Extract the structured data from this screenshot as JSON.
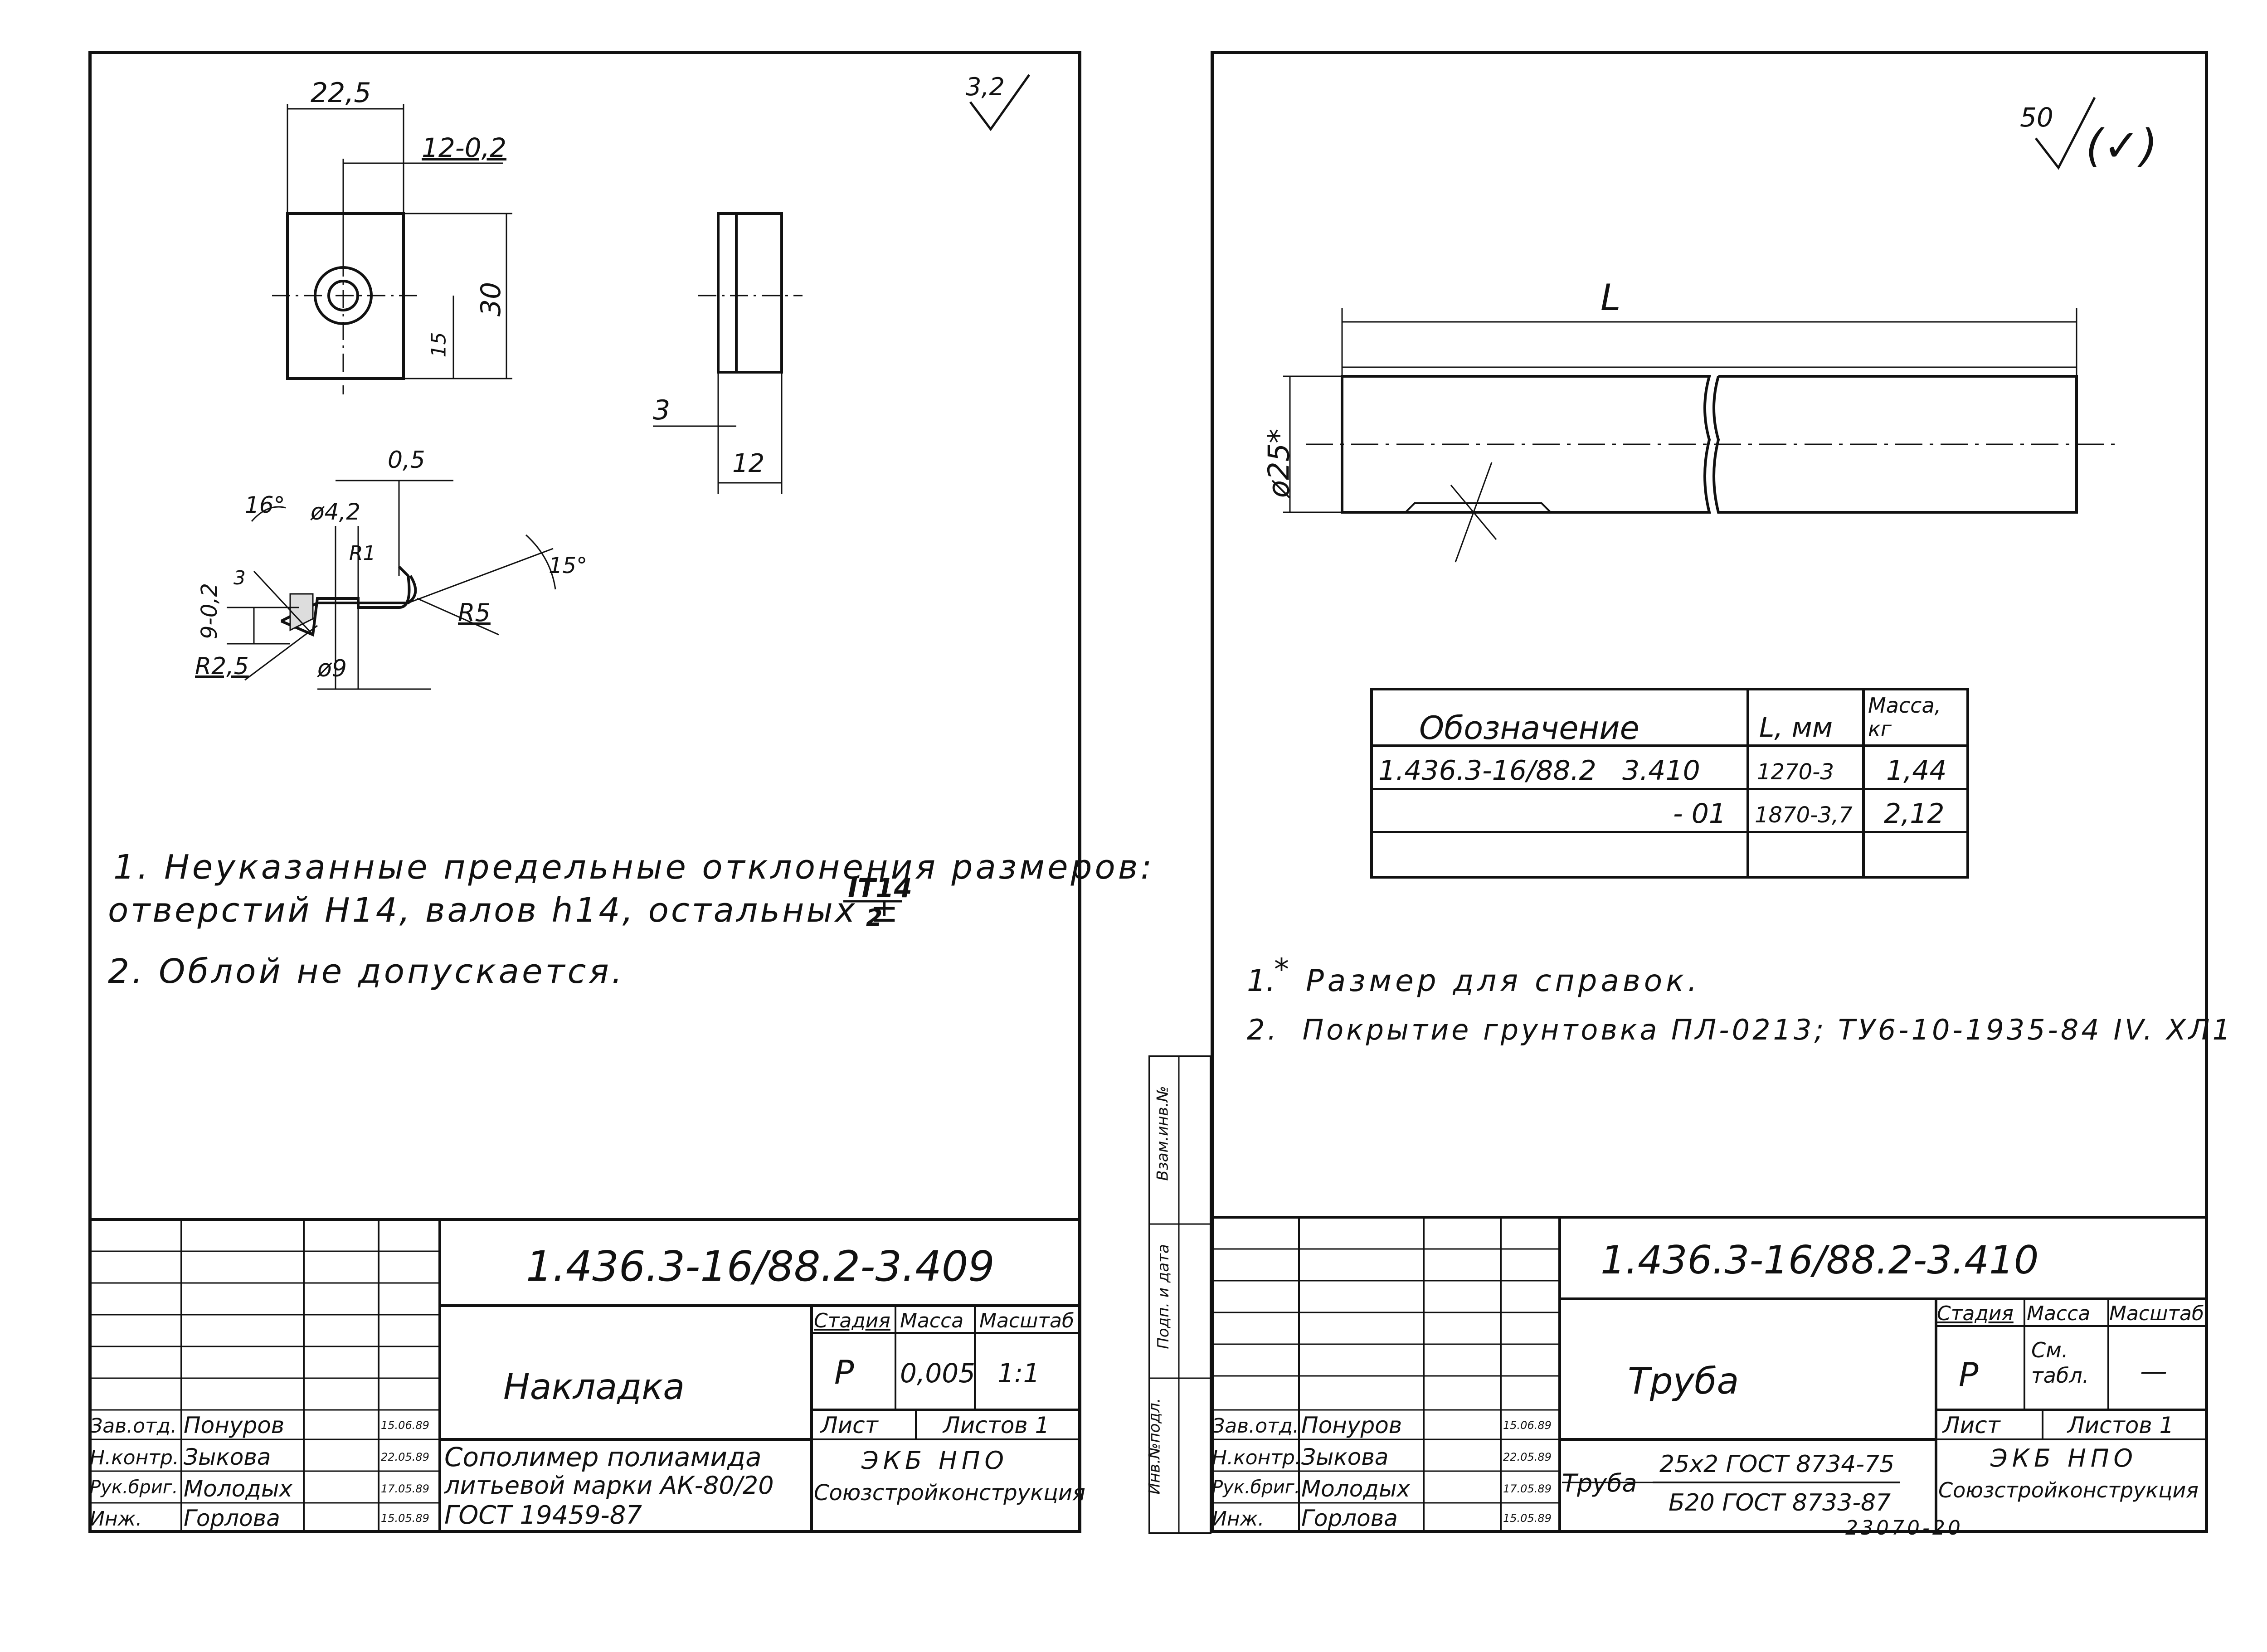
{
  "left": {
    "roughness": "3,2",
    "dims": {
      "width_top": "22,5",
      "hole_offset": "12-0,2",
      "height": "30",
      "half_height": "15",
      "thickness": "3",
      "side_width": "12",
      "detail_05": "0,5",
      "angle_16": "16°",
      "diam_42": "ø4,2",
      "r1": "R1",
      "dim_3": "3",
      "dim_9": "9-0,2",
      "angle_15": "15°",
      "r5": "R5",
      "r25": "R2,5",
      "diam_9": "ø9"
    },
    "notes": {
      "n1_line1": "1. Неуказанные предельные отклонения размеров:",
      "n1_line2": "отверстий H14, валов h14, остальных ±",
      "n1_frac_top": "IT14",
      "n1_frac_bottom": "2",
      "n2": "2. Облой не допускается."
    },
    "title_block": {
      "doc_number": "1.436.3-16/88.2-3.409",
      "name": "Накладка",
      "col_stage": "Стадия",
      "col_mass": "Масса",
      "col_scale": "Масштаб",
      "stage": "Р",
      "mass": "0,005",
      "scale": "1:1",
      "sheet": "Лист",
      "sheets": "Листов 1",
      "org1": "ЭКБ НПО",
      "org2": "Союзстройконструкция",
      "material1": "Сополимер полиамида",
      "material2": "литьевой марки АК-80/20",
      "material3": "ГОСТ 19459-87",
      "staff": [
        {
          "role": "Зав.отд.",
          "name": "Понуров",
          "date": "15.06.89"
        },
        {
          "role": "Н.контр.",
          "name": "Зыкова",
          "date": "22.05.89"
        },
        {
          "role": "Рук.бриг.",
          "name": "Молодых",
          "date": "17.05.89"
        },
        {
          "role": "Инж.",
          "name": "Горлова",
          "date": "15.05.89"
        }
      ]
    }
  },
  "right": {
    "roughness_value": "50",
    "roughness_rest": "(✓)",
    "dims": {
      "length": "L",
      "diameter": "ø25*"
    },
    "spec_table": {
      "headers": [
        "Обозначение",
        "L, мм",
        "Масса, кг"
      ],
      "rows": [
        [
          "1.436.3-16/88.2   3.410",
          "1270-3",
          "1,44"
        ],
        [
          "- 01",
          "1870-3,7",
          "2,12"
        ],
        [
          "",
          "",
          ""
        ]
      ]
    },
    "notes": {
      "n1_prefix": "1.",
      "n1_star": "*",
      "n1_text": "Размер для справок.",
      "n2": "2.  Покрытие грунтовка ПЛ-0213; ТУ6-10-1935-84 IV. ХЛ1"
    },
    "side_strip": [
      "Инв.№подл.",
      "Подп. и дата",
      "Взам.инв.№"
    ],
    "title_block": {
      "doc_number": "1.436.3-16/88.2-3.410",
      "name": "Труба",
      "col_stage": "Стадия",
      "col_mass": "Масса",
      "col_scale": "Масштаб",
      "stage": "Р",
      "mass": "См. табл.",
      "scale": "—",
      "sheet": "Лист",
      "sheets": "Листов 1",
      "org1": "ЭКБ НПО",
      "org2": "Союзстройконструкция",
      "material_prefix": "Труба",
      "material_top": "25x2 ГОСТ 8734-75",
      "material_bottom": "Б20 ГОСТ 8733-87",
      "footer": "23070-20",
      "staff": [
        {
          "role": "Зав.отд.",
          "name": "Понуров",
          "date": "15.06.89"
        },
        {
          "role": "Н.контр.",
          "name": "Зыкова",
          "date": "22.05.89"
        },
        {
          "role": "Рук.бриг.",
          "name": "Молодых",
          "date": "17.05.89"
        },
        {
          "role": "Инж.",
          "name": "Горлова",
          "date": "15.05.89"
        }
      ]
    }
  }
}
